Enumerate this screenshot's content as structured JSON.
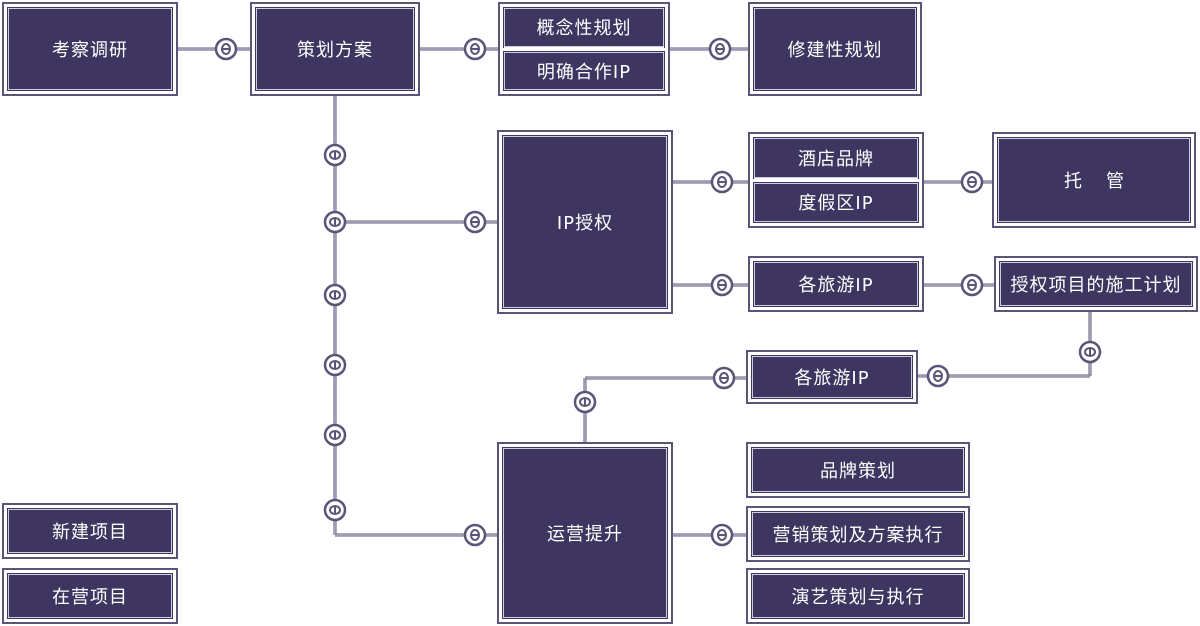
{
  "diagram": {
    "nodes": {
      "research": "考察调研",
      "planning": "策划方案",
      "concept_planning": "概念性规划",
      "clear_ip": "明确合作IP",
      "detailed_planning": "修建性规划",
      "ip_license": "IP授权",
      "hotel_brand": "酒店品牌",
      "resort_ip": "度假区IP",
      "trusteeship": "托管",
      "tourism_ip_1": "各旅游IP",
      "construction_plan": "授权项目的施工计划",
      "tourism_ip_2": "各旅游IP",
      "operation": "运营提升",
      "brand_planning": "品牌策划",
      "marketing": "营销策划及方案执行",
      "performance": "演艺策划与执行",
      "new_project": "新建项目",
      "operating_project": "在营项目"
    },
    "colors": {
      "box_fill": "#3e3660",
      "box_border": "#5c5478",
      "wire": "#5c5478",
      "text": "#ffffff"
    }
  }
}
